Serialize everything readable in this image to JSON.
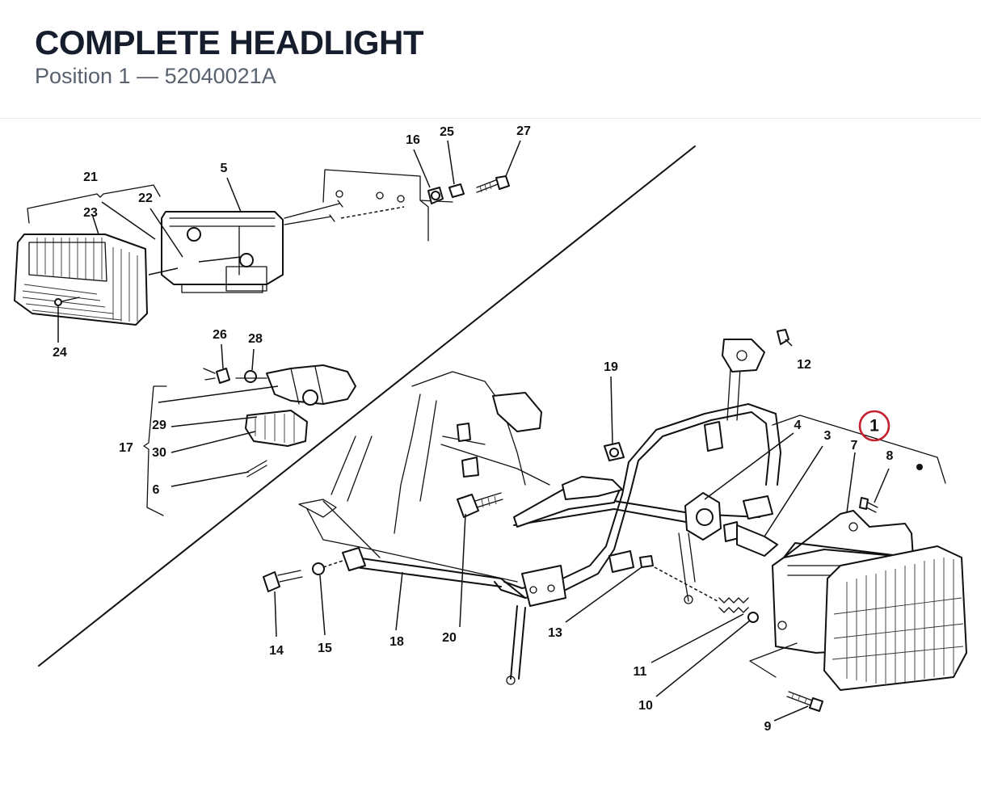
{
  "header": {
    "title": "COMPLETE HEADLIGHT",
    "subtitle": "Position 1 — 52040021A"
  },
  "colors": {
    "title": "#161d2c",
    "subtitle": "#59626f",
    "callout_circle": "#c4212f",
    "line_art": "#111111"
  },
  "callouts": {
    "c1": "1",
    "c3": "3",
    "c4": "4",
    "c5": "5",
    "c6": "6",
    "c7": "7",
    "c8": "8",
    "c9": "9",
    "c10": "10",
    "c11": "11",
    "c12": "12",
    "c13": "13",
    "c14": "14",
    "c15": "15",
    "c16": "16",
    "c17": "17",
    "c18": "18",
    "c19": "19",
    "c20": "20",
    "c21": "21",
    "c22": "22",
    "c23": "23",
    "c24": "24",
    "c25": "25",
    "c26": "26",
    "c27": "27",
    "c28": "28",
    "c29": "29",
    "c30": "30"
  },
  "highlighted_callout": "1"
}
